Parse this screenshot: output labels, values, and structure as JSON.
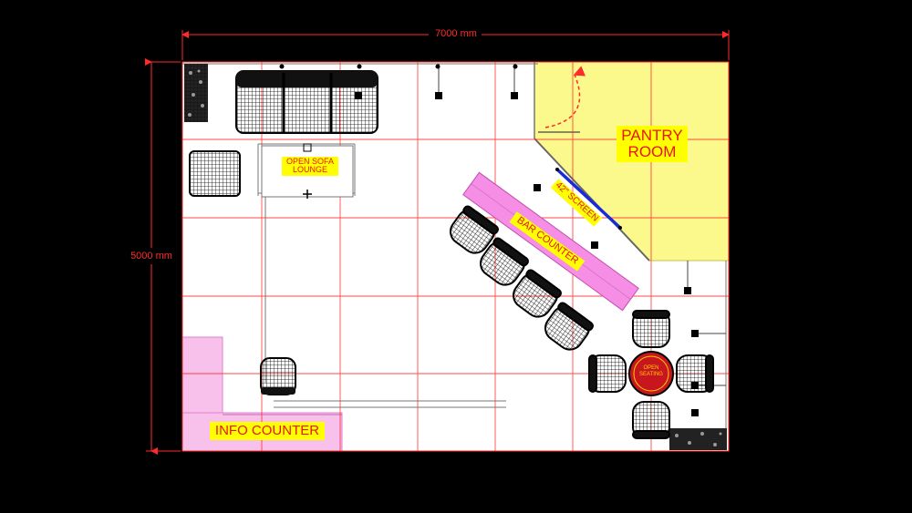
{
  "dimensions": {
    "width_label": "7000 mm",
    "height_label": "5000 mm"
  },
  "zones": {
    "pantry_room": "PANTRY\nROOM",
    "open_sofa_lounge": "OPEN SOFA\nLOUNGE",
    "bar_counter": "BAR COUNTER",
    "screen": "42\" SCREEN",
    "info_counter": "INFO COUNTER",
    "open_seating": "OPEN\nSEATING"
  },
  "colors": {
    "background": "#000000",
    "floor": "#ffffff",
    "grid": "#ff2a2a",
    "pantry": "#fcf98c",
    "counter_pink": "#f78ee6",
    "info_pink": "#f7c1ec",
    "label_bg": "#ffff00",
    "label_text": "#e8141c",
    "screen": "#1a2bd6",
    "open_seating_table": "#c8161e"
  }
}
